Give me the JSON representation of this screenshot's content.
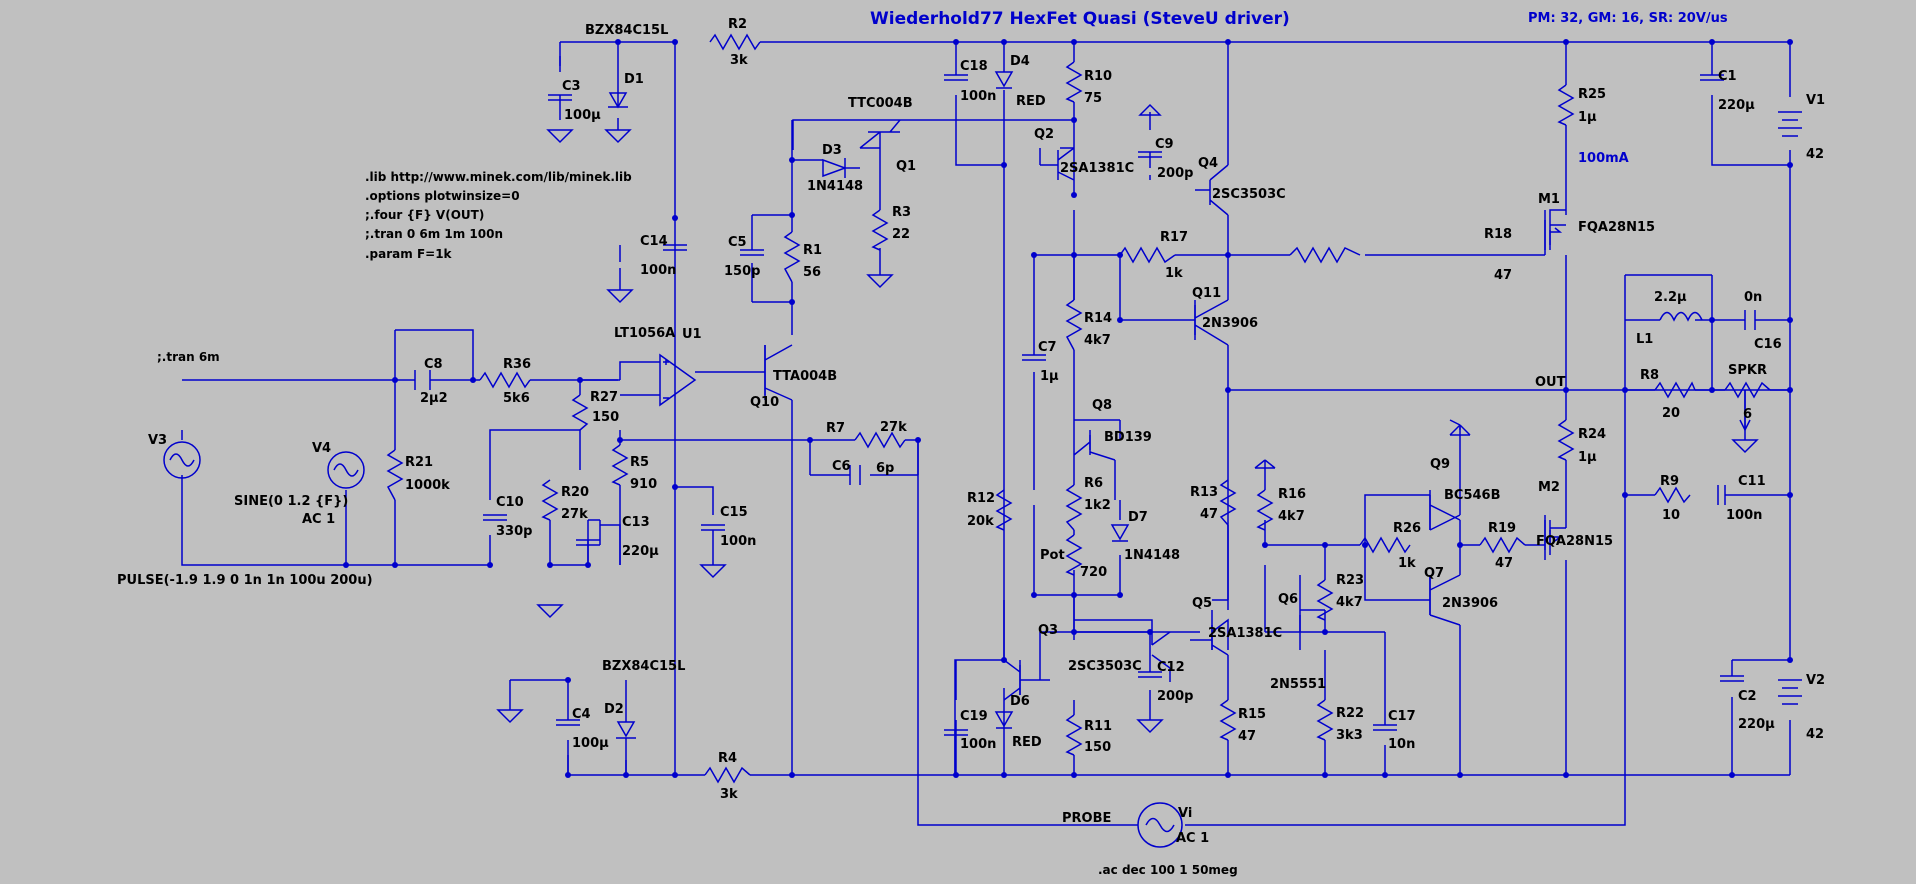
{
  "title": "Wiederhold77 HexFet Quasi (SteveU driver)",
  "stats": "PM: 32, GM: 16, SR: 20V/us",
  "current_label": "100mA",
  "directives": [
    ".lib http://www.minek.com/lib/minek.lib",
    ".options plotwinsize=0",
    ";.four {F} V(OUT)",
    ";.tran 0 6m 1m 100n",
    " .param F=1k"
  ],
  "tran_comment": ";.tran 6m",
  "ac_directive": ".ac dec 100 1 50meg",
  "net_labels": {
    "out": "OUT",
    "probe": "PROBE"
  },
  "components": {
    "D1": {
      "type": "BZX84C15L",
      "ref": "D1"
    },
    "D2": {
      "type": "BZX84C15L",
      "ref": "D2"
    },
    "R2": {
      "ref": "R2",
      "value": "3k"
    },
    "C3": {
      "ref": "C3",
      "value": "100µ"
    },
    "C18": {
      "ref": "C18",
      "value": "100n"
    },
    "D4": {
      "ref": "D4",
      "value": "RED"
    },
    "R10": {
      "ref": "R10",
      "value": "75"
    },
    "Q1": {
      "ref": "Q1",
      "type": "TTC004B"
    },
    "D3": {
      "ref": "D3",
      "value": "1N4148"
    },
    "R3": {
      "ref": "R3",
      "value": "22"
    },
    "Q2": {
      "ref": "Q2",
      "type": "2SA1381C"
    },
    "C9": {
      "ref": "C9",
      "value": "200p"
    },
    "Q4": {
      "ref": "Q4",
      "type": "2SC3503C"
    },
    "R25": {
      "ref": "R25",
      "value": "1µ"
    },
    "C1": {
      "ref": "C1",
      "value": "220µ"
    },
    "V1": {
      "ref": "V1",
      "value": "42"
    },
    "C14": {
      "ref": "C14",
      "value": "100n"
    },
    "C5": {
      "ref": "C5",
      "value": "150p"
    },
    "R1": {
      "ref": "R1",
      "value": "56"
    },
    "R17": {
      "ref": "R17",
      "value": "1k"
    },
    "R18": {
      "ref": "R18",
      "value": "47"
    },
    "M1": {
      "ref": "M1",
      "type": "FQA28N15"
    },
    "Q11": {
      "ref": "Q11",
      "type": "2N3906"
    },
    "L1": {
      "ref": "L1",
      "value": "2.2µ"
    },
    "C16": {
      "ref": "C16",
      "value": "0n"
    },
    "R14": {
      "ref": "R14",
      "value": "4k7"
    },
    "U1": {
      "ref": "U1",
      "type": "LT1056A"
    },
    "C8": {
      "ref": "C8",
      "value": "2µ2"
    },
    "R36": {
      "ref": "R36",
      "value": "5k6"
    },
    "R27": {
      "ref": "R27",
      "value": "150"
    },
    "Q10": {
      "ref": "Q10",
      "type": "TTA004B"
    },
    "C7": {
      "ref": "C7",
      "value": "1µ"
    },
    "R8": {
      "ref": "R8",
      "value": "20"
    },
    "SPKR": {
      "ref": "SPKR",
      "value": "6"
    },
    "V3": {
      "ref": "V3",
      "value": "PULSE(-1.9 1.9 0 1n 1n 100u 200u)"
    },
    "V4": {
      "ref": "V4",
      "value": "SINE(0 1.2 {F})",
      "ac": "AC 1"
    },
    "R21": {
      "ref": "R21",
      "value": "1000k"
    },
    "R7": {
      "ref": "R7",
      "value": "27k"
    },
    "C6": {
      "ref": "C6",
      "value": "6p"
    },
    "R5": {
      "ref": "R5",
      "value": "910"
    },
    "Q8": {
      "ref": "Q8",
      "type": "BD139"
    },
    "R24": {
      "ref": "R24",
      "value": "1µ"
    },
    "C10": {
      "ref": "C10",
      "value": "330p"
    },
    "R20": {
      "ref": "R20",
      "value": "27k"
    },
    "C13": {
      "ref": "C13",
      "value": "220µ"
    },
    "C15": {
      "ref": "C15",
      "value": "100n"
    },
    "R12": {
      "ref": "R12",
      "value": "20k"
    },
    "R6": {
      "ref": "R6",
      "value": "1k2"
    },
    "D7": {
      "ref": "D7",
      "value": "1N4148"
    },
    "Pot": {
      "ref": "Pot",
      "value": "720"
    },
    "R13": {
      "ref": "R13",
      "value": "47"
    },
    "R16": {
      "ref": "R16",
      "value": "4k7"
    },
    "Q9": {
      "ref": "Q9",
      "type": "BC546B"
    },
    "R9": {
      "ref": "R9",
      "value": "10"
    },
    "C11": {
      "ref": "C11",
      "value": "100n"
    },
    "M2": {
      "ref": "M2",
      "type": "FQA28N15"
    },
    "R26": {
      "ref": "R26",
      "value": "1k"
    },
    "R19": {
      "ref": "R19",
      "value": "47"
    },
    "Q7": {
      "ref": "Q7",
      "type": "2N3906"
    },
    "R23": {
      "ref": "R23",
      "value": "4k7"
    },
    "Q6": {
      "ref": "Q6",
      "type": "2N5551"
    },
    "Q5": {
      "ref": "Q5",
      "type": "2SA1381C"
    },
    "Q3": {
      "ref": "Q3",
      "type": "2SC3503C"
    },
    "C12": {
      "ref": "C12",
      "value": "200p"
    },
    "C4": {
      "ref": "C4",
      "value": "100µ"
    },
    "C19": {
      "ref": "C19",
      "value": "100n"
    },
    "D6": {
      "ref": "D6",
      "value": "RED"
    },
    "R11": {
      "ref": "R11",
      "value": "150"
    },
    "R15": {
      "ref": "R15",
      "value": "47"
    },
    "R22": {
      "ref": "R22",
      "value": "3k3"
    },
    "C17": {
      "ref": "C17",
      "value": "10n"
    },
    "C2": {
      "ref": "C2",
      "value": "220µ"
    },
    "V2": {
      "ref": "V2",
      "value": "42"
    },
    "R4": {
      "ref": "R4",
      "value": "3k"
    },
    "Vi": {
      "ref": "Vi",
      "value": "AC 1"
    }
  }
}
